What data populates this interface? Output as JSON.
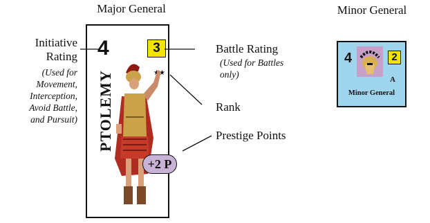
{
  "major": {
    "title": "Major General",
    "initiative": "4",
    "battle": "3",
    "name": "PTOLEMY",
    "stars": "★★",
    "prestige": "+2 P"
  },
  "minor": {
    "title": "Minor General",
    "initiative": "4",
    "battle": "2",
    "rank": "A",
    "name": "Minor General"
  },
  "callouts": {
    "initiative": {
      "label_line1": "Initiative",
      "label_line2": "Rating",
      "note_lines": [
        "(Used for",
        "Movement,",
        "Interception,",
        "Avoid Battle,",
        "and Pursuit)"
      ]
    },
    "battle": {
      "label": "Battle Rating",
      "note_line1": "(Used for Battles",
      "note_line2": "only)"
    },
    "rank": {
      "label": "Rank"
    },
    "prestige": {
      "label": "Prestige Points"
    }
  },
  "colors": {
    "minor_bg": "#9fd6ee",
    "rating_box": "#f2e400",
    "prestige_oval": "#c8b2d6",
    "tunic": "#c63a2a"
  }
}
